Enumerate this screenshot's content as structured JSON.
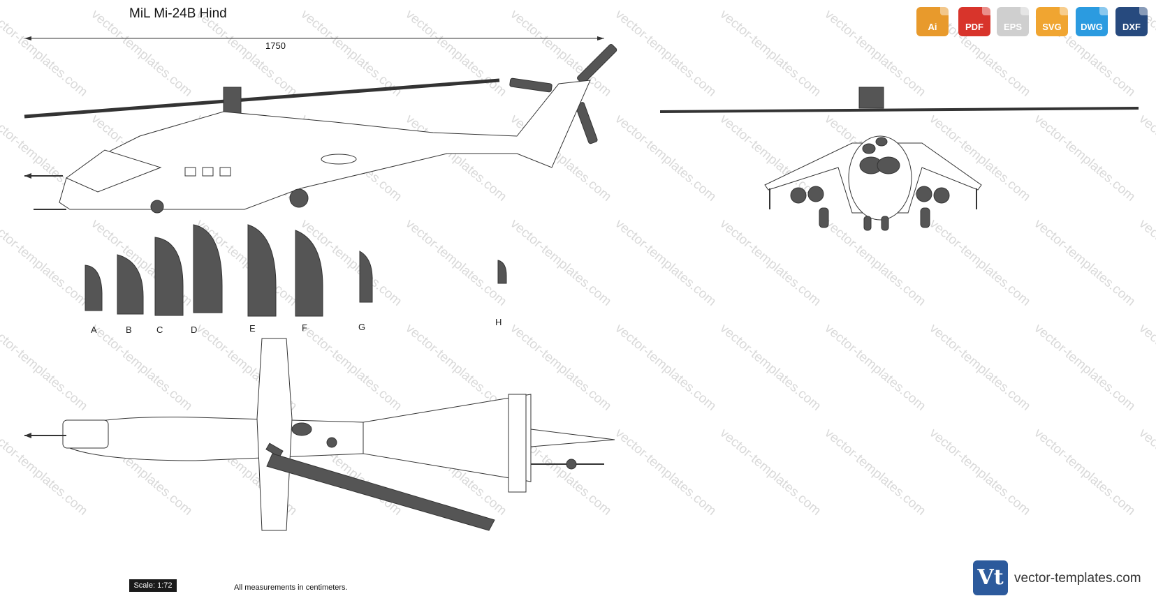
{
  "title": "MiL Mi-24B Hind",
  "dimension": "1750",
  "section_labels": [
    "A",
    "B",
    "C",
    "D",
    "E",
    "F",
    "G",
    "H"
  ],
  "scale": "Scale: 1:72",
  "note": "All measurements in centimeters.",
  "brand": {
    "logo_text": "Vt",
    "text": "vector-templates.com"
  },
  "watermark": "vector-templates.com",
  "formats": [
    {
      "label": "Ai",
      "color": "#e89a2c"
    },
    {
      "label": "PDF",
      "color": "#d8342b"
    },
    {
      "label": "EPS",
      "color": "#cfcfcf"
    },
    {
      "label": "SVG",
      "color": "#f0a531"
    },
    {
      "label": "DWG",
      "color": "#2b9be0"
    },
    {
      "label": "DXF",
      "color": "#274a7e"
    }
  ]
}
